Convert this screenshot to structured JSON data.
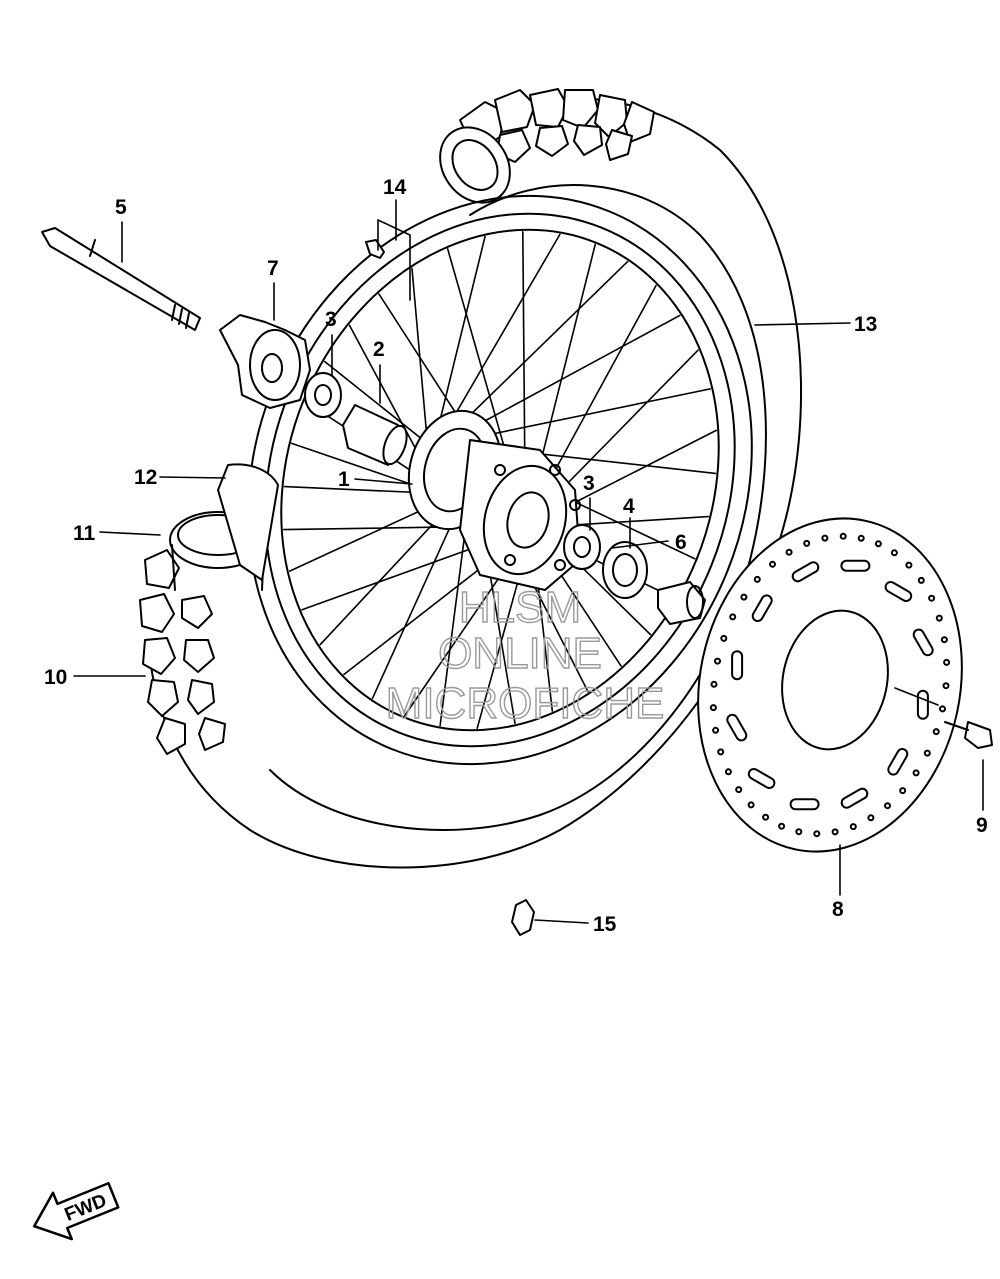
{
  "diagram": {
    "callouts": [
      {
        "id": "c1",
        "label": "1"
      },
      {
        "id": "c2",
        "label": "2"
      },
      {
        "id": "c3a",
        "label": "3"
      },
      {
        "id": "c3b",
        "label": "3"
      },
      {
        "id": "c4",
        "label": "4"
      },
      {
        "id": "c5",
        "label": "5"
      },
      {
        "id": "c6",
        "label": "6"
      },
      {
        "id": "c7",
        "label": "7"
      },
      {
        "id": "c8",
        "label": "8"
      },
      {
        "id": "c9",
        "label": "9"
      },
      {
        "id": "c10",
        "label": "10"
      },
      {
        "id": "c11",
        "label": "11"
      },
      {
        "id": "c12",
        "label": "12"
      },
      {
        "id": "c13",
        "label": "13"
      },
      {
        "id": "c14",
        "label": "14"
      },
      {
        "id": "c15",
        "label": "15"
      }
    ],
    "watermark": {
      "line1": "HLSM",
      "line2": "ONLINE",
      "line3": "MICROFICHE"
    },
    "direction_arrow": {
      "label": "FWD"
    }
  }
}
